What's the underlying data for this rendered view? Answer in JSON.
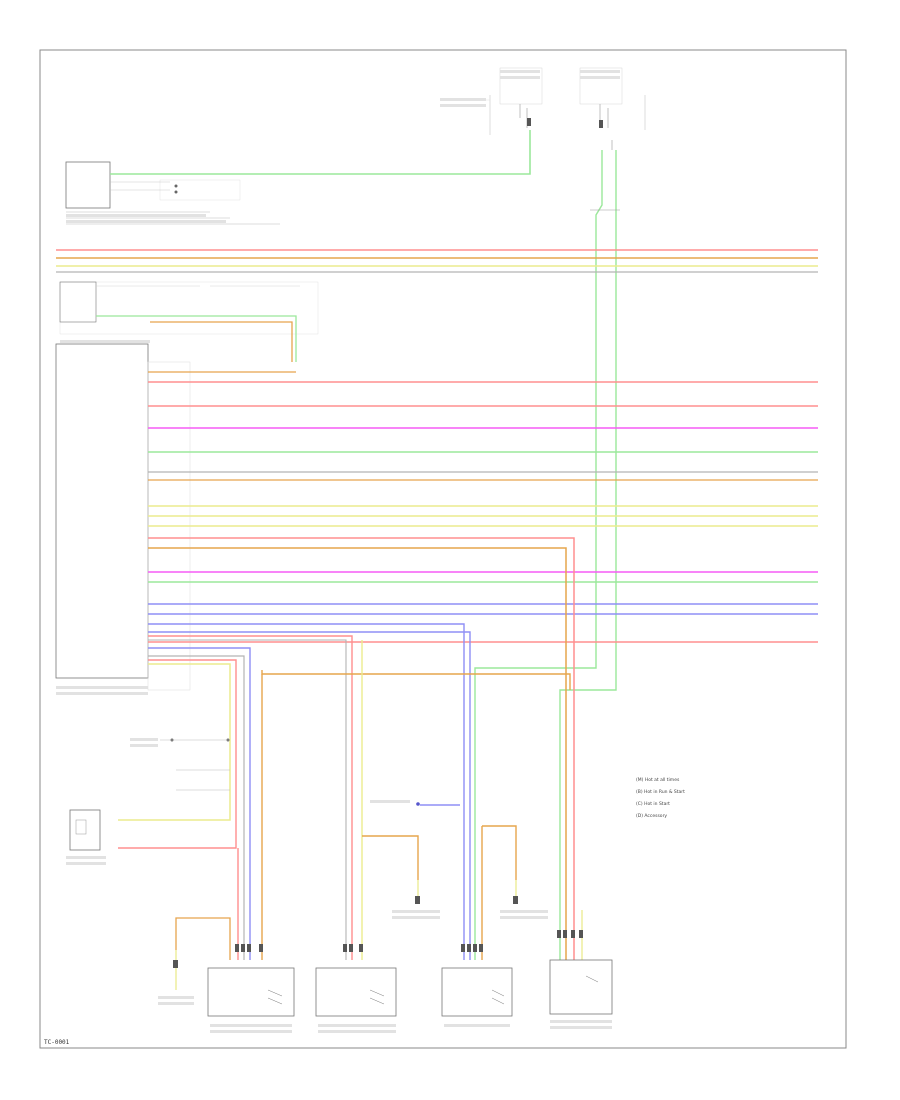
{
  "diagram_code": "TC-0001",
  "colors": {
    "red": "#ff8f8f",
    "orange": "#e6a54d",
    "yellow": "#ecec8e",
    "green": "#9be89b",
    "magenta": "#f55cf5",
    "blue": "#8f8ff5",
    "gray": "#b3b3b3",
    "frame": "#8a8a8a"
  },
  "legend": [
    "(M) Hot at all times",
    "(B) Hot in Run & Start",
    "(C) Hot in Start",
    "(D) Accessory"
  ]
}
